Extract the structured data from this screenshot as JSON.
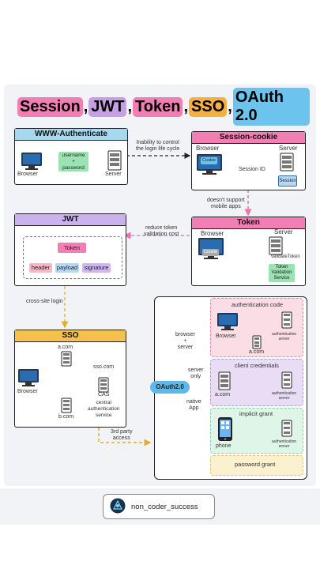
{
  "title_parts": [
    {
      "text": "Session",
      "bg": "#f27fb4"
    },
    {
      "text": "JWT",
      "bg": "#c7a0e3"
    },
    {
      "text": "Token",
      "bg": "#f27fb4"
    },
    {
      "text": "SSO",
      "bg": "#f5b041"
    },
    {
      "text": "OAuth 2.0",
      "bg": "#6bc3ee"
    }
  ],
  "separator": ",",
  "colors": {
    "www_header": "#a8d8f0",
    "session_header": "#f27fb4",
    "token_header": "#f27fb4",
    "jwt_header": "#c9b3ea",
    "sso_header": "#f5c04e",
    "green_tag": "#9be3b3",
    "pink_tag": "#f5b8c4",
    "blue_tag": "#b7d8f5",
    "purple_tag": "#d1b7f0",
    "token_pink": "#f27fb4",
    "pink_sub": "#fbdde6",
    "purple_sub": "#e9dcf5",
    "green_sub": "#dff5e8",
    "yellow_sub": "#fbf1cf",
    "oauth_pill": "#5fb8ea"
  },
  "www": {
    "title": "WWW-Authenticate",
    "browser": "Browser",
    "server": "Server",
    "tag": "username\n+\npassword"
  },
  "session": {
    "title": "Session-cookie",
    "browser": "Browser",
    "server": "Server",
    "cookie": "Cookie",
    "session_id": "Session ID",
    "session_store": "Session"
  },
  "token": {
    "title": "Token",
    "browser": "Browser",
    "server": "Server",
    "cookie": "Cookie",
    "validate": "validateToken",
    "validation": "Token\nValidation\nService"
  },
  "jwt": {
    "title": "JWT",
    "token": "Token",
    "header": "header",
    "payload": "payload",
    "signature": "signature"
  },
  "sso": {
    "title": "SSO",
    "browser": "Browser",
    "a_com": "a.com",
    "sso_com": "sso.com",
    "cas": "CAS",
    "b_com": "b.com",
    "cas_desc": "central\nauthentication\nservice"
  },
  "oauth": {
    "label": "OAuth2.0",
    "route_browser": "browser\n+\nserver",
    "route_server": "server\nonly",
    "route_native": "native\nApp",
    "auth_code": "authentication code",
    "client_cred": "client credentials",
    "implicit": "implicit grant",
    "password": "password grant",
    "browser": "Browser",
    "a_com_1": "a.com",
    "a_com_2": "a.com",
    "phone": "phone",
    "auth_server": "authentication\nserver"
  },
  "notes": {
    "lifecycle": "Inability to control\nthe login life cycle",
    "mobile": "doesn't support\nmobile apps",
    "reduce": "reduce token\nvalidation cost",
    "cross_site": "cross-site login",
    "third_party": "3rd party\naccess"
  },
  "handle": "non_coder_success"
}
